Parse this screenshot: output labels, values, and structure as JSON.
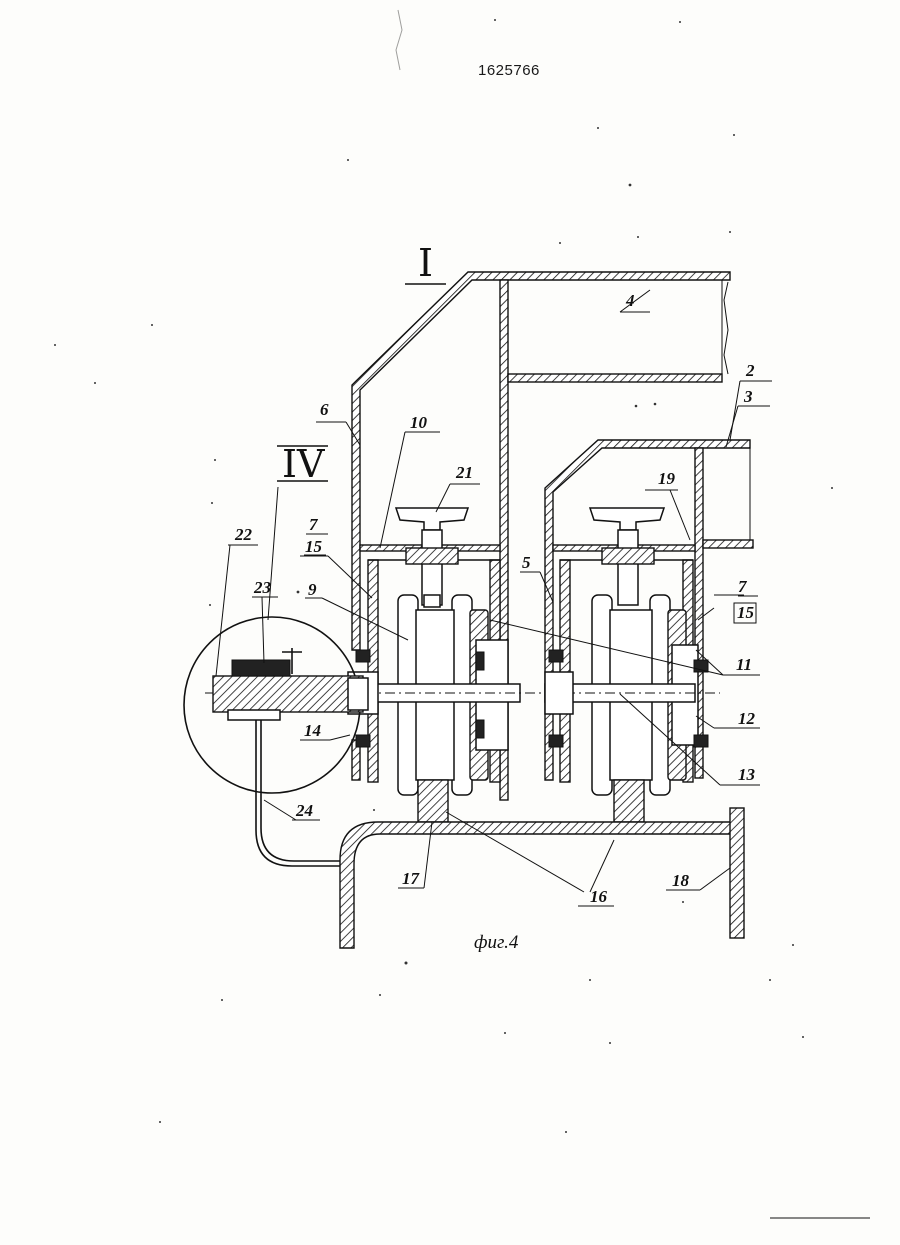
{
  "header": {
    "patent_number": "1625766"
  },
  "figure": {
    "caption": "фиг.4",
    "views": {
      "section": "I",
      "detail": "IV"
    },
    "labels": [
      "2",
      "3",
      "4",
      "5",
      "6",
      "7",
      "15",
      "9",
      "10",
      "11",
      "12",
      "13",
      "14",
      "16",
      "17",
      "18",
      "19",
      "21",
      "22",
      "23",
      "24",
      "7",
      "15",
      "19"
    ]
  }
}
